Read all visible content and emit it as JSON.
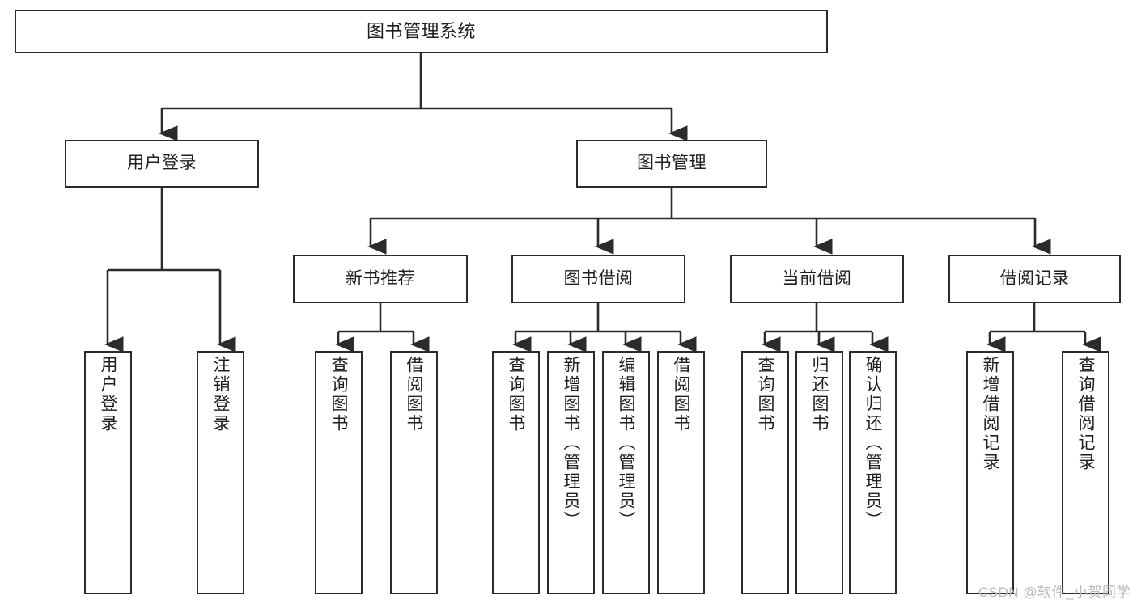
{
  "diagram": {
    "title": "图书管理系统",
    "type": "tree",
    "colors": {
      "box_border": "#2b2b2b",
      "box_fill": "#ffffff",
      "connector": "#2b2b2b",
      "text": "#1f1f1f",
      "watermark": "#b8b8b8"
    },
    "root": {
      "label": "图书管理系统"
    },
    "level1": [
      {
        "label": "用户登录"
      },
      {
        "label": "图书管理"
      }
    ],
    "level2": [
      {
        "label": "新书推荐"
      },
      {
        "label": "图书借阅"
      },
      {
        "label": "当前借阅"
      },
      {
        "label": "借阅记录"
      }
    ],
    "leaves": {
      "user_login": [
        {
          "label": "用户登录"
        },
        {
          "label": "注销登录"
        }
      ],
      "new_book_recommend": [
        {
          "label": "查询图书"
        },
        {
          "label": "借阅图书"
        }
      ],
      "book_borrow": [
        {
          "label": "查询图书"
        },
        {
          "label": "新增图书（管理员）"
        },
        {
          "label": "编辑图书（管理员）"
        },
        {
          "label": "借阅图书"
        }
      ],
      "current_borrow": [
        {
          "label": "查询图书"
        },
        {
          "label": "归还图书"
        },
        {
          "label": "确认归还（管理员）"
        }
      ],
      "borrow_record": [
        {
          "label": "新增借阅记录"
        },
        {
          "label": "查询借阅记录"
        }
      ]
    }
  },
  "watermark": {
    "text": "CSDN @软件_小贺同学"
  }
}
